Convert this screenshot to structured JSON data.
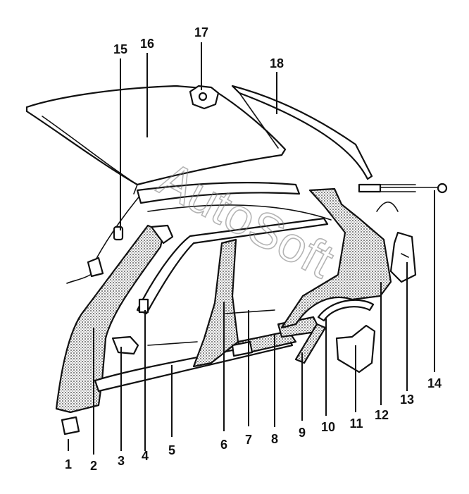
{
  "watermark": "AutoSoft",
  "callouts": [
    "1",
    "2",
    "3",
    "4",
    "5",
    "6",
    "7",
    "8",
    "9",
    "10",
    "11",
    "12",
    "13",
    "14",
    "15",
    "16",
    "17",
    "18"
  ]
}
